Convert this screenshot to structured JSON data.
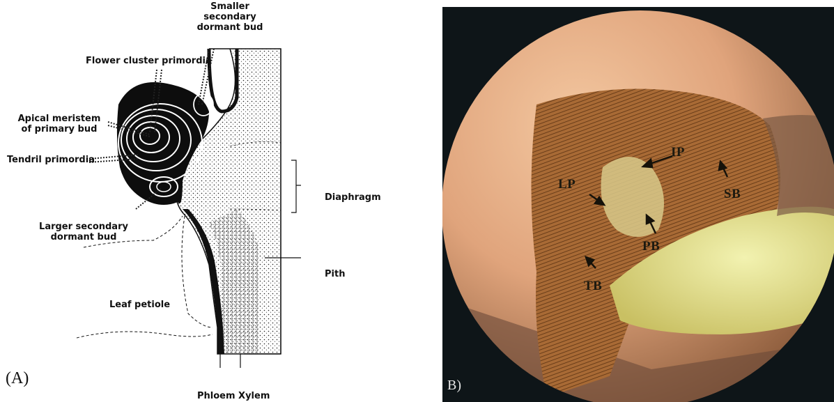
{
  "panel_a": {
    "letter": "(A)",
    "labels": {
      "smaller_secondary": "Smaller\nsecondary\ndormant bud",
      "flower_cluster": "Flower cluster primordia",
      "apical_meristem": "Apical meristem\nof primary bud",
      "tendril": "Tendril primordia",
      "larger_secondary": "Larger secondary\ndormant bud",
      "diaphragm": "Diaphragm",
      "pith": "Pith",
      "leaf_petiole": "Leaf petiole",
      "phloem_xylem": "Phloem Xylem"
    }
  },
  "panel_b": {
    "letter": "B)",
    "labels": {
      "ip": "IP",
      "lp": "LP",
      "sb": "SB",
      "pb": "PB",
      "tb": "TB"
    },
    "colors": {
      "background": "#0e1518",
      "tissue_dark": "#7a4a22",
      "tissue_light": "#c98a4c",
      "pith_yellow": "#e6e69a"
    }
  }
}
